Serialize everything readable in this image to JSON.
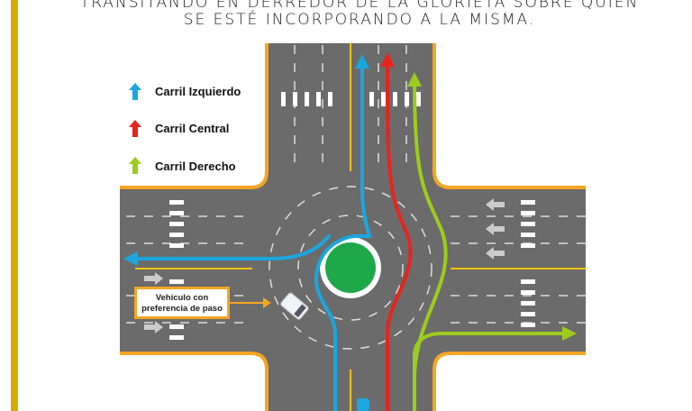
{
  "title": {
    "line1": "TRANSITANDO EN DERREDOR DE LA GLORIETA SOBRE QUIEN",
    "line2": "SE ESTÉ INCORPORANDO A LA MISMA."
  },
  "legend": [
    {
      "label": "Carril Izquierdo",
      "color": "#1aa7e0"
    },
    {
      "label": "Carril Central",
      "color": "#e8231c"
    },
    {
      "label": "Carril Derecho",
      "color": "#9ccc1c"
    }
  ],
  "callout": {
    "line1": "Vehículo con",
    "line2": "preferencia de paso"
  },
  "colors": {
    "road": "#6b6b6b",
    "curb": "#f5a623",
    "island": "#1ea84a"
  }
}
